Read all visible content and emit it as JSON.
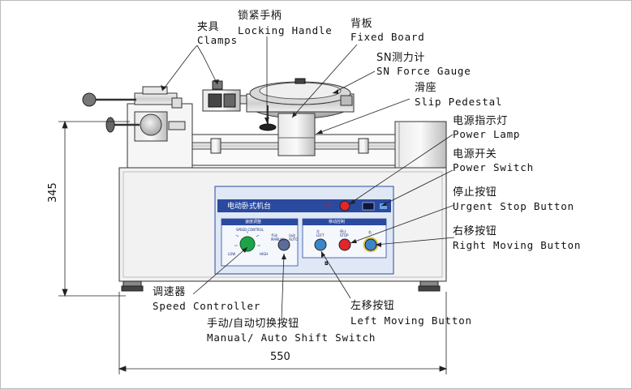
{
  "labels": {
    "clamps": {
      "cn": "夹具",
      "en": "Clamps"
    },
    "locking_handle": {
      "cn": "锁紧手柄",
      "en": "Locking Handle"
    },
    "fixed_board": {
      "cn": "背板",
      "en": "Fixed Board"
    },
    "force_gauge": {
      "cn": "SN测力计",
      "en": "SN Force Gauge"
    },
    "slip_pedestal": {
      "cn": "滑座",
      "en": "Slip Pedestal"
    },
    "power_lamp": {
      "cn": "电源指示灯",
      "en": "Power Lamp"
    },
    "power_switch": {
      "cn": "电源开关",
      "en": "Power Switch"
    },
    "urgent_stop": {
      "cn": "停止按钮",
      "en": "Urgent Stop Button"
    },
    "right_moving": {
      "cn": "右移按钮",
      "en": "Right Moving Button"
    },
    "speed_controller": {
      "cn": "调速器",
      "en": "Speed Controller"
    },
    "left_moving": {
      "cn": "左移按钮",
      "en": "Left Moving Button"
    },
    "manual_auto": {
      "cn": "手动/自动切换按钮",
      "en": "Manual/ Auto Shift Switch"
    }
  },
  "dimensions": {
    "height": "345",
    "width": "550"
  },
  "panel": {
    "title": "电动卧式机台",
    "section_left": "速度调整",
    "section_right": "移动控制",
    "speed_scale_label": "SPEED CONTROL",
    "low": "LOW",
    "high": "HIGH",
    "manual_label": "手动 MANUAL",
    "auto_label": "自动 AUTO",
    "left_label": "左 LEFT",
    "stop_label": "停止 STOP",
    "right_label": "右",
    "power_label": "电源"
  },
  "colors": {
    "panel_blue": "#2a4aa0",
    "panel_bg": "#dfe8f4",
    "green_knob": "#1ea34a",
    "stop_red": "#e0262a",
    "left_blue": "#3c86c8"
  }
}
